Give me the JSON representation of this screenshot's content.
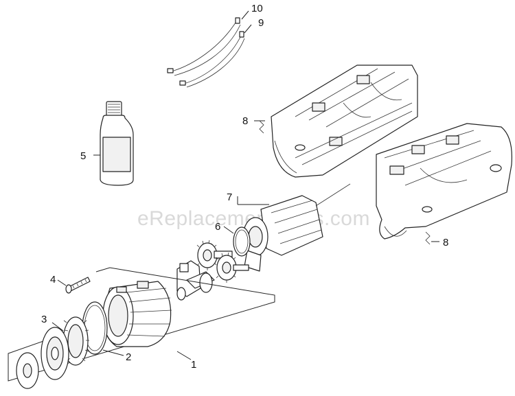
{
  "watermark": "eReplacementParts.com",
  "callouts": {
    "c1": "1",
    "c2": "2",
    "c3": "3",
    "c4": "4",
    "c5": "5",
    "c6": "6",
    "c7": "7",
    "c8a": "8",
    "c8b": "8",
    "c9": "9",
    "c10": "10"
  }
}
